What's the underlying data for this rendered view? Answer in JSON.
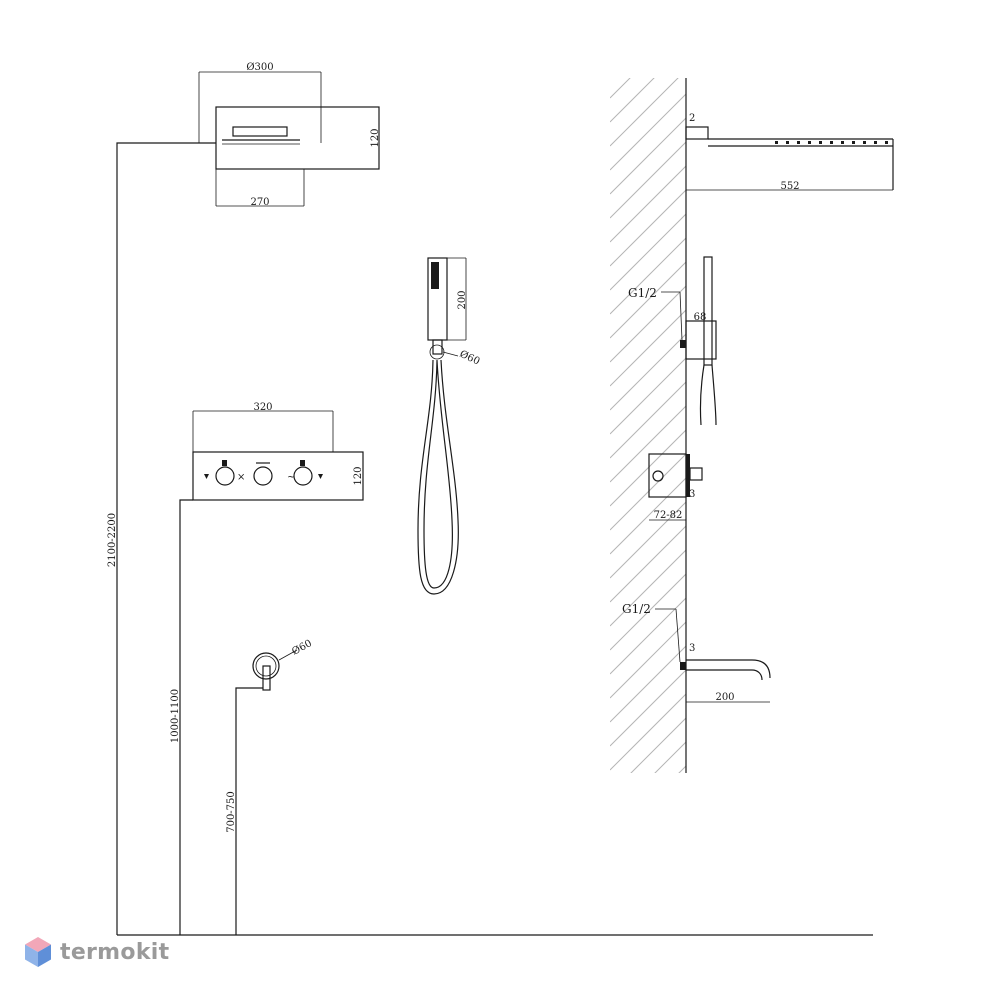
{
  "dimensions": {
    "head_diameter": "Ø300",
    "head_height": "120",
    "head_width": "270",
    "total_height": "2100-2200",
    "handshower_length": "200",
    "handshower_diameter": "Ø60",
    "panel_width": "320",
    "panel_height": "120",
    "mixer_height": "1000-1100",
    "spout_diameter": "Ø60",
    "spout_height": "700-750",
    "arm_gap": "2",
    "arm_length": "552",
    "thread_upper": "G1/2",
    "holder_depth": "68",
    "panel_gap": "3",
    "panel_depth": "72-82",
    "thread_lower": "G1/2",
    "spout_gap": "3",
    "spout_length": "200"
  },
  "brand": {
    "name": "termokit",
    "icon": "hexagon-cube-icon",
    "colors": {
      "top": "#f2a7b8",
      "left": "#8fb3e8",
      "right": "#5f8fd8",
      "text": "#9a9a9a"
    }
  }
}
